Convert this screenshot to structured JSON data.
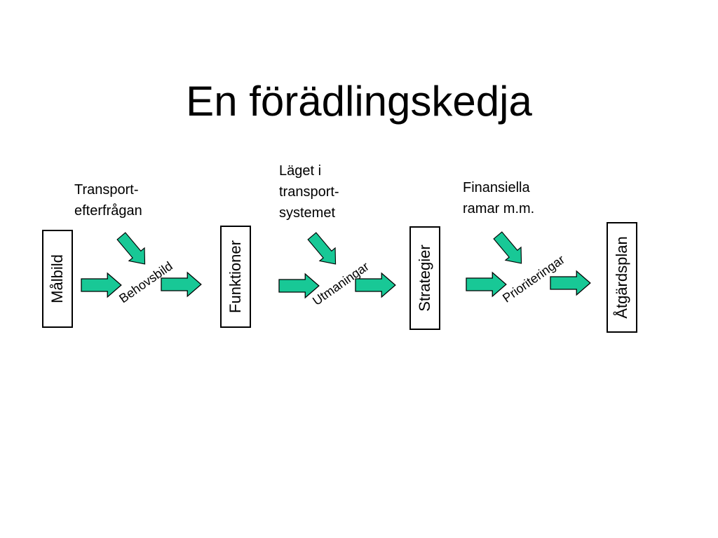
{
  "slide": {
    "title": "En förädlingskedja"
  },
  "stages": [
    {
      "label": "Målbild"
    },
    {
      "label": "Funktioner"
    },
    {
      "label": "Strategier"
    },
    {
      "label": "Åtgärdsplan"
    }
  ],
  "inputs": [
    {
      "text": "Transport-\nefterfrågan"
    },
    {
      "text": "Läget i\ntransport-\nsystemet"
    },
    {
      "text": "Finansiella\nramar m.m."
    }
  ],
  "outputs": [
    {
      "label": "Behovsbild"
    },
    {
      "label": "Utmaningar"
    },
    {
      "label": "Prioriteringar"
    }
  ],
  "colors": {
    "arrow_fill": "#18c896",
    "arrow_stroke": "#000000"
  }
}
